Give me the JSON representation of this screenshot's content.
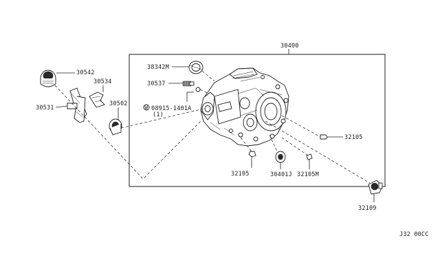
{
  "diagram": {
    "part_labels": {
      "p30400": "30400",
      "p38342m": "38342M",
      "p30537": "30537",
      "p08915": "08915-1401A",
      "p08915_qty": "(1)",
      "p30542": "30542",
      "p30534": "30534",
      "p30531": "30531",
      "p30502": "30502",
      "p32105_right": "32105",
      "p32105_bottom": "32105",
      "p30401j": "30401J",
      "p32105m": "32105M",
      "p32109": "32109"
    },
    "diagram_code": "J32 00CC",
    "washer_symbol": "W"
  }
}
